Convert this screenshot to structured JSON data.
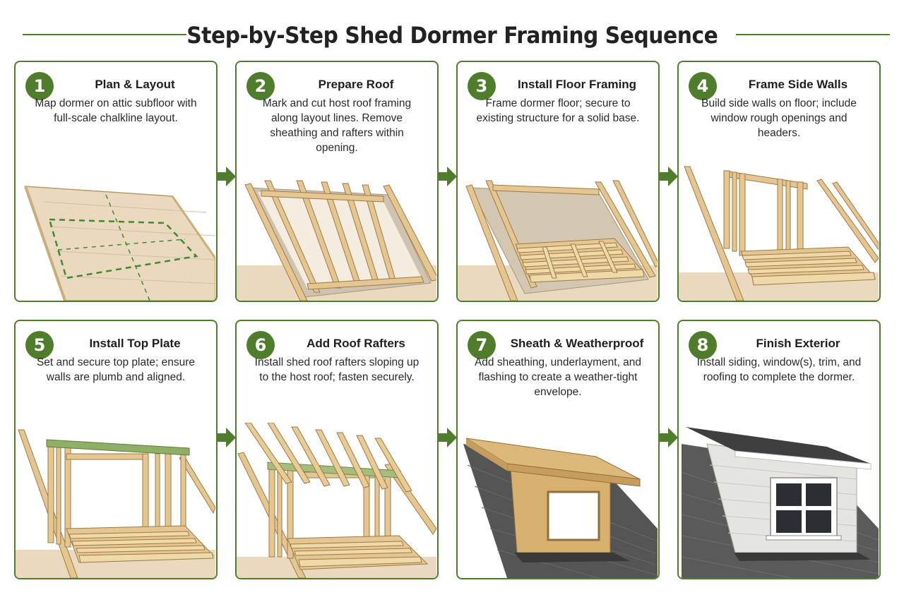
{
  "title": "Step-by-Step Shed Dormer Framing Sequence",
  "colors": {
    "accent": "#4f7d2c",
    "lumber": "#e6c690",
    "lumber_edge": "#9a7a48",
    "subfloor": "#e9d8bd",
    "sheathing": "#d8b070",
    "shingle": "#555555",
    "siding": "#e4e4e0"
  },
  "steps": [
    {
      "number": "1",
      "title": "Plan & Layout",
      "description": "Map dormer on attic subfloor with full-scale chalkline layout."
    },
    {
      "number": "2",
      "title": "Prepare Roof",
      "description": "Mark and cut host roof framing along layout lines. Remove sheathing and rafters within opening."
    },
    {
      "number": "3",
      "title": "Install Floor Framing",
      "description": "Frame dormer floor; secure to existing structure for a solid base."
    },
    {
      "number": "4",
      "title": "Frame Side Walls",
      "description": "Build side walls on floor; include window rough openings and headers."
    },
    {
      "number": "5",
      "title": "Install Top Plate",
      "description": "Set and secure top plate; ensure walls are plumb and aligned."
    },
    {
      "number": "6",
      "title": "Add Roof Rafters",
      "description": "Install shed roof rafters sloping up to the host roof; fasten securely."
    },
    {
      "number": "7",
      "title": "Sheath & Weatherproof",
      "description": "Add sheathing, underlayment, and flashing to create a weather-tight envelope."
    },
    {
      "number": "8",
      "title": "Finish Exterior",
      "description": "Install siding, window(s), trim, and roofing to complete the dormer."
    }
  ],
  "icons": {
    "arrow": "arrow-right-icon"
  }
}
